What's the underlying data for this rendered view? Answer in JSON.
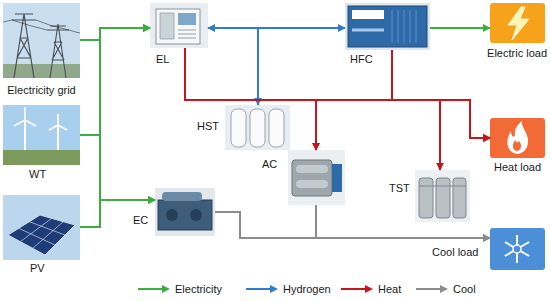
{
  "diagram": {
    "nodes": [
      {
        "text": [
          "Electricity grid"
        ]
      },
      {
        "text": [
          "WT"
        ]
      },
      {
        "text": [
          "PV"
        ]
      },
      {
        "text": [
          "EL"
        ]
      },
      {
        "text": [
          "HST"
        ]
      },
      {
        "text": [
          "HFC"
        ]
      },
      {
        "text": [
          "Electric load"
        ]
      },
      {
        "text": [
          "Heat load"
        ]
      },
      {
        "text": [
          "EC"
        ]
      },
      {
        "text": [
          "AC"
        ]
      },
      {
        "text": [
          "TST"
        ]
      },
      {
        "text": [
          "Cool load"
        ]
      }
    ],
    "edges": [
      {
        "from": 0,
        "to": 3,
        "arrow": "to"
      },
      {
        "from": 1,
        "to": 3,
        "arrow": "to"
      },
      {
        "from": 2,
        "to": 3,
        "arrow": "to"
      },
      {
        "from": 0,
        "to": 8,
        "arrow": "to"
      },
      {
        "from": 1,
        "to": 8,
        "arrow": "to"
      },
      {
        "from": 2,
        "to": 8,
        "arrow": "to"
      },
      {
        "from": 3,
        "to": 5,
        "arrow": "to"
      },
      {
        "from": 3,
        "to": 4,
        "arrow": "both"
      },
      {
        "from": 5,
        "to": 6,
        "arrow": "to"
      },
      {
        "from": 3,
        "to": 7,
        "arrow": "to"
      },
      {
        "from": 3,
        "to": 9,
        "arrow": "to"
      },
      {
        "from": 5,
        "to": 7,
        "arrow": "to"
      },
      {
        "from": 5,
        "to": 9,
        "arrow": "to"
      },
      {
        "from": 10,
        "to": 7,
        "arrow": "both"
      },
      {
        "from": 8,
        "to": 11,
        "arrow": "to"
      },
      {
        "from": 9,
        "to": 11,
        "arrow": "to"
      }
    ],
    "legend": [
      {
        "text": "Electricity"
      },
      {
        "text": "Hydrogen"
      },
      {
        "text": "Heat"
      },
      {
        "text": "Cool"
      }
    ]
  }
}
